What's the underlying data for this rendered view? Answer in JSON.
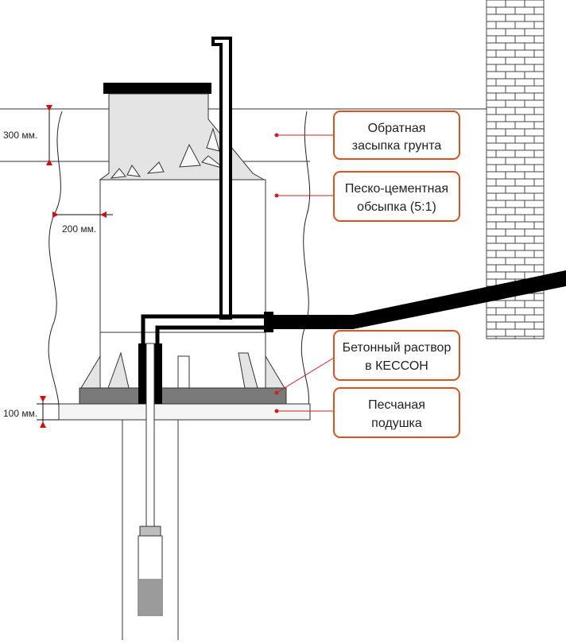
{
  "diagram": {
    "dimensions": {
      "top_depth": "300 мм.",
      "side_gap": "200 мм.",
      "bottom_depth": "100 мм."
    },
    "callouts": [
      {
        "line1": "Обратная",
        "line2": "засыпка грунта"
      },
      {
        "line1": "Песко-цементная",
        "line2": "обсыпка (5:1)"
      },
      {
        "line1": "Бетонный раствор",
        "line2": "в КЕССОН"
      },
      {
        "line1": "Песчаная",
        "line2": "подушка"
      }
    ],
    "colors": {
      "callout_border": "#d9531e",
      "leader_line": "#cc2222",
      "dimension_arrow": "#cc1111",
      "pipe": "#000000",
      "soil_fill": "#e4e4e4",
      "concrete": "#7a7a7a"
    }
  }
}
